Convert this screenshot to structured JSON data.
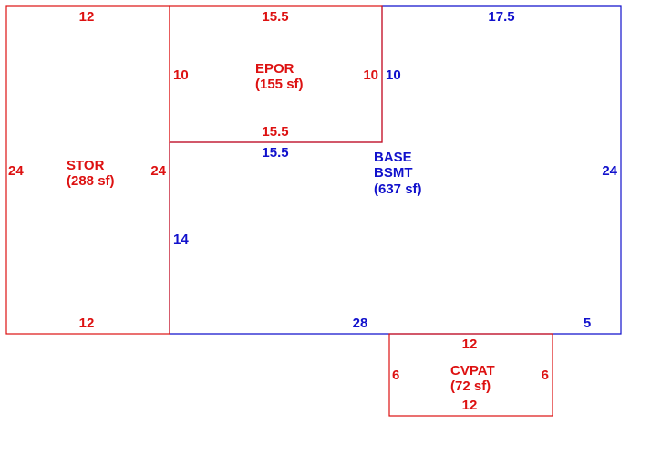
{
  "colors": {
    "red": "#dd1111",
    "blue": "#1111cc",
    "background": "#ffffff"
  },
  "areas": {
    "stor": {
      "code": "STOR",
      "area": "(288 sf)",
      "dims": {
        "top": "12",
        "bottom": "12",
        "left": "24",
        "right": "24"
      }
    },
    "epor": {
      "code": "EPOR",
      "area": "(155 sf)",
      "dims": {
        "top": "15.5",
        "bottom": "15.5",
        "left": "10",
        "right": "10"
      }
    },
    "base": {
      "code_line1": "BASE",
      "code_line2": "BSMT",
      "area": "(637 sf)",
      "dims": {
        "top": "17.5",
        "top_left": "15.5",
        "left_upper": "10",
        "left_lower": "14",
        "right": "24",
        "bottom": "28",
        "bottom_right": "5"
      }
    },
    "cvpat": {
      "code": "CVPAT",
      "area": "(72 sf)",
      "dims": {
        "top": "12",
        "bottom": "12",
        "left": "6",
        "right": "6"
      }
    }
  }
}
